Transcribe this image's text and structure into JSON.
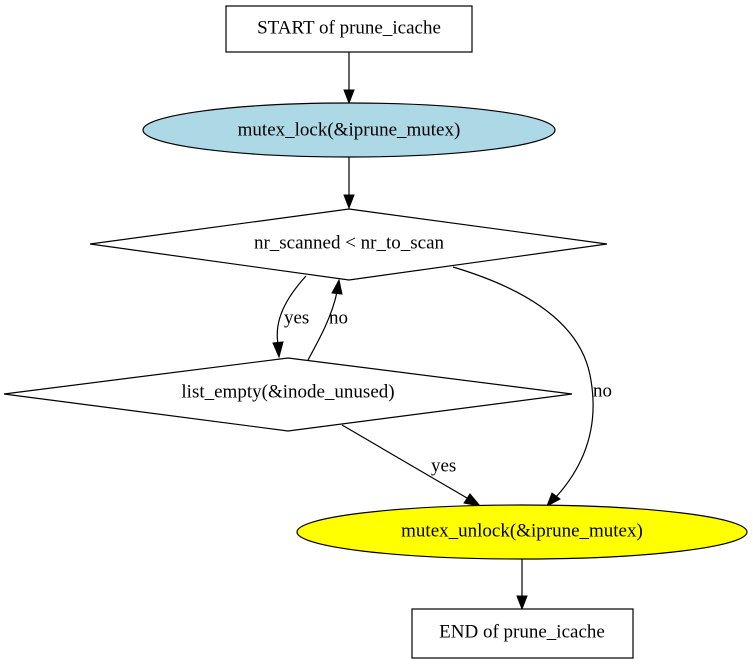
{
  "nodes": {
    "start": {
      "label": "START of prune_icache",
      "shape": "box",
      "fill": "#ffffff"
    },
    "lock": {
      "label": "mutex_lock(&iprune_mutex)",
      "shape": "ellipse",
      "fill": "#add8e6"
    },
    "loop_check": {
      "label": "nr_scanned < nr_to_scan",
      "shape": "diamond",
      "fill": "#ffffff"
    },
    "empty_check": {
      "label": "list_empty(&inode_unused)",
      "shape": "diamond",
      "fill": "#ffffff"
    },
    "unlock": {
      "label": "mutex_unlock(&iprune_mutex)",
      "shape": "ellipse",
      "fill": "#ffff00"
    },
    "end": {
      "label": "END of prune_icache",
      "shape": "box",
      "fill": "#ffffff"
    }
  },
  "edges": {
    "start_to_lock": {
      "from": "start",
      "to": "lock",
      "label": ""
    },
    "lock_to_loop": {
      "from": "lock",
      "to": "loop_check",
      "label": ""
    },
    "loop_to_empty": {
      "from": "loop_check",
      "to": "empty_check",
      "label": "yes"
    },
    "empty_to_loop": {
      "from": "empty_check",
      "to": "loop_check",
      "label": "no"
    },
    "loop_to_unlock": {
      "from": "loop_check",
      "to": "unlock",
      "label": "no"
    },
    "empty_to_unlock": {
      "from": "empty_check",
      "to": "unlock",
      "label": "yes"
    },
    "unlock_to_end": {
      "from": "unlock",
      "to": "end",
      "label": ""
    }
  }
}
